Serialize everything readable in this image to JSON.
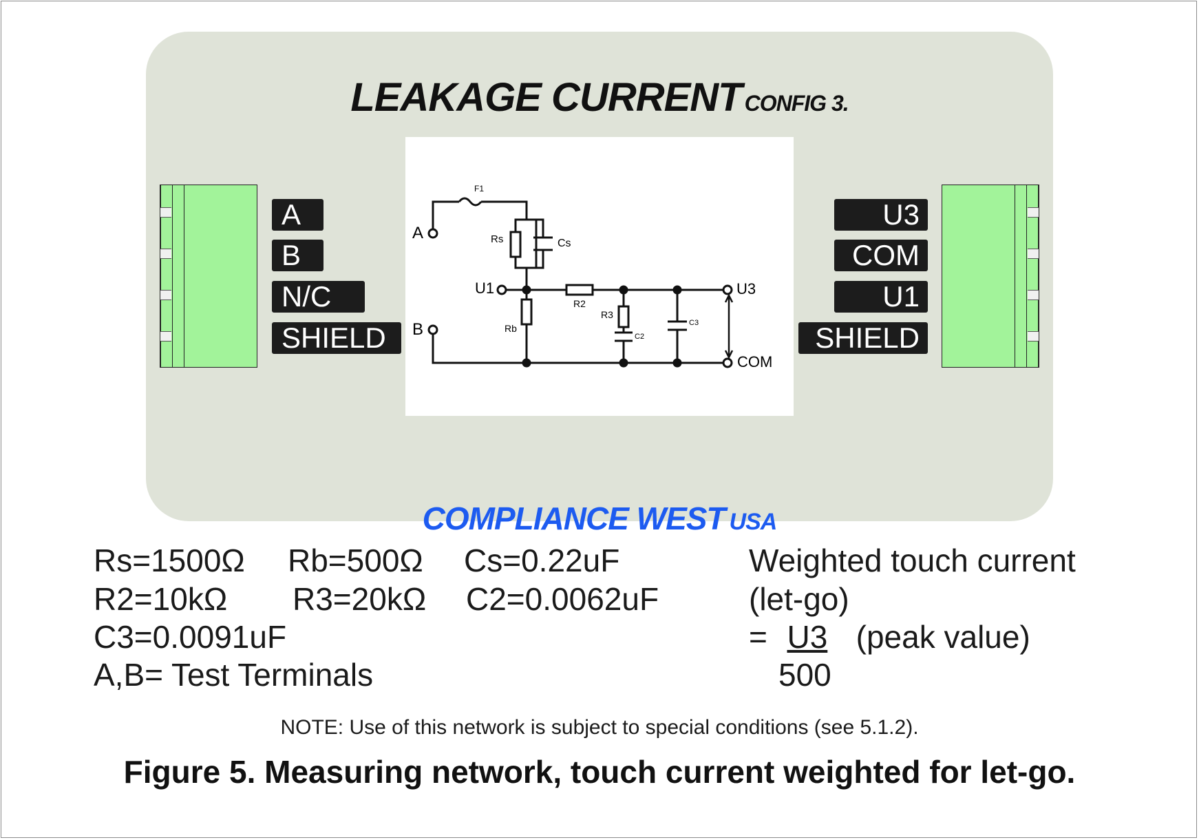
{
  "title": {
    "main": "LEAKAGE CURRENT",
    "config": "CONFIG 3."
  },
  "brand": {
    "main": "COMPLIANCE WEST",
    "sub": "USA"
  },
  "left_terminals": [
    "A",
    "B",
    "N/C",
    "SHIELD"
  ],
  "right_terminals": [
    "U3",
    "COM",
    "U1",
    "SHIELD"
  ],
  "schematic": {
    "nodes": {
      "a": "A",
      "b": "B",
      "u1": "U1",
      "u3": "U3",
      "com": "COM"
    },
    "components": {
      "f1": "F1",
      "rs": "Rs",
      "cs": "Cs",
      "r2": "R2",
      "rb": "Rb",
      "r3": "R3",
      "c2": "C2",
      "c3": "C3"
    }
  },
  "params": {
    "rs": "Rs=1500Ω",
    "rb": "Rb=500Ω",
    "cs": "Cs=0.22uF",
    "r2": "R2=10kΩ",
    "r3": "R3=20kΩ",
    "c2": "C2=0.0062uF",
    "c3": "C3=0.0091uF",
    "ab": "A,B= Test Terminals"
  },
  "formula": {
    "line1": "Weighted touch current",
    "line2": "(let-go)",
    "eq": "=",
    "numerator": "U3",
    "peak": "(peak value)",
    "denominator": "500"
  },
  "note": "NOTE: Use of this network is subject to special conditions (see 5.1.2).",
  "caption": "Figure 5. Measuring network, touch current weighted for let-go."
}
